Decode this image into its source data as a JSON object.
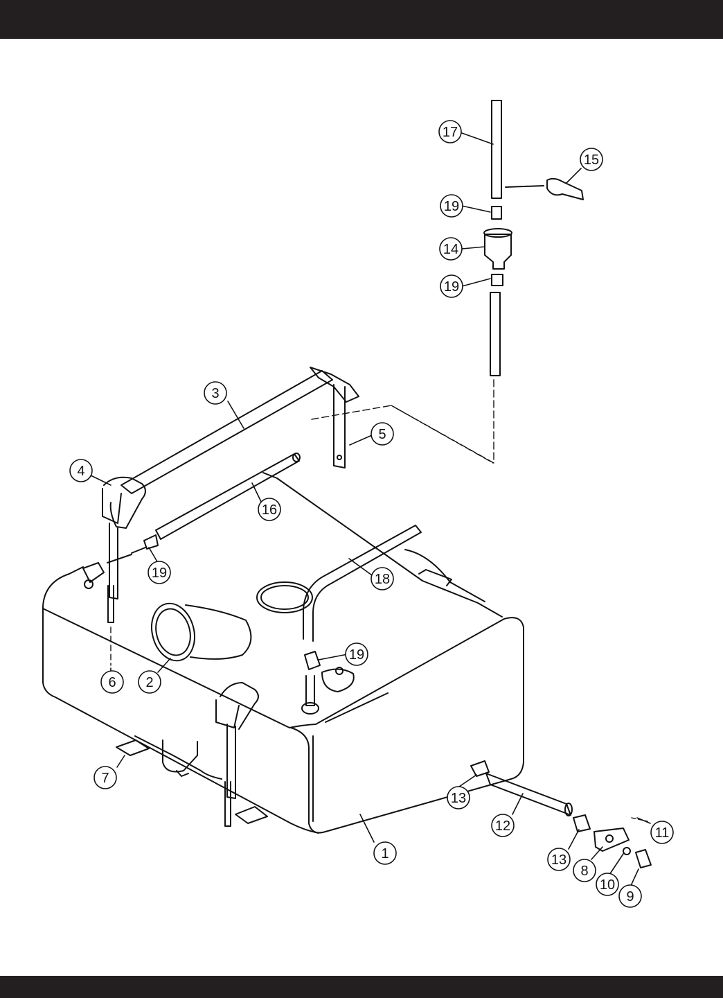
{
  "diagram": {
    "callouts": [
      {
        "id": "1",
        "label": "1",
        "part": "fuel-tank"
      },
      {
        "id": "2",
        "label": "2",
        "part": "filler-neck-cap"
      },
      {
        "id": "3",
        "label": "3",
        "part": "tank-strap"
      },
      {
        "id": "4",
        "label": "4",
        "part": "strap-cushion"
      },
      {
        "id": "5",
        "label": "5",
        "part": "strap-mount"
      },
      {
        "id": "6",
        "label": "6",
        "part": "strap-bolt"
      },
      {
        "id": "7",
        "label": "7",
        "part": "tank-pad"
      },
      {
        "id": "8",
        "label": "8",
        "part": "drain-valve"
      },
      {
        "id": "9",
        "label": "9",
        "part": "drain-plug"
      },
      {
        "id": "10",
        "label": "10",
        "part": "washer"
      },
      {
        "id": "11",
        "label": "11",
        "part": "valve-mount"
      },
      {
        "id": "12",
        "label": "12",
        "part": "fuel-hose"
      },
      {
        "id": "13a",
        "label": "13",
        "part": "hose-clamp"
      },
      {
        "id": "13b",
        "label": "13",
        "part": "hose-clamp"
      },
      {
        "id": "14",
        "label": "14",
        "part": "fuel-filter"
      },
      {
        "id": "15",
        "label": "15",
        "part": "hose-clip"
      },
      {
        "id": "16",
        "label": "16",
        "part": "return-hose"
      },
      {
        "id": "17",
        "label": "17",
        "part": "fuel-line"
      },
      {
        "id": "18",
        "label": "18",
        "part": "vent-hose"
      },
      {
        "id": "19a",
        "label": "19",
        "part": "hose-clamp"
      },
      {
        "id": "19b",
        "label": "19",
        "part": "hose-clamp"
      },
      {
        "id": "19c",
        "label": "19",
        "part": "hose-clamp"
      },
      {
        "id": "19d",
        "label": "19",
        "part": "hose-clamp"
      }
    ]
  },
  "colors": {
    "ink": "#111111",
    "bar": "#231f20",
    "paper": "#ffffff"
  }
}
